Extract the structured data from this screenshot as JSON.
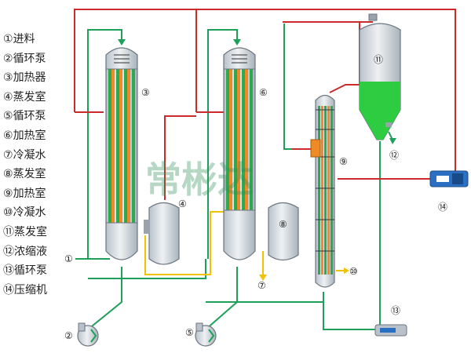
{
  "legend": [
    {
      "marker": "①",
      "label": "进料"
    },
    {
      "marker": "②",
      "label": "循环泵"
    },
    {
      "marker": "③",
      "label": "加热器"
    },
    {
      "marker": "④",
      "label": "蒸发室"
    },
    {
      "marker": "⑤",
      "label": "循环泵"
    },
    {
      "marker": "⑥",
      "label": "加热室"
    },
    {
      "marker": "⑦",
      "label": "冷凝水"
    },
    {
      "marker": "⑧",
      "label": "蒸发室"
    },
    {
      "marker": "⑨",
      "label": "加热室"
    },
    {
      "marker": "⑩",
      "label": "冷凝水"
    },
    {
      "marker": "⑪",
      "label": "蒸发室"
    },
    {
      "marker": "⑫",
      "label": "浓缩液"
    },
    {
      "marker": "⑬",
      "label": "循环泵"
    },
    {
      "marker": "⑭",
      "label": "压缩机"
    }
  ],
  "callouts": {
    "c1": "①",
    "c2": "②",
    "c3": "③",
    "c4": "④",
    "c5": "⑤",
    "c6": "⑥",
    "c7": "⑦",
    "c8": "⑧",
    "c9": "⑨",
    "c10": "⑩",
    "c11": "⑪",
    "c12": "⑫",
    "c13": "⑬",
    "c14": "⑭"
  },
  "watermark": "常彬达",
  "colors": {
    "feed_line": "#1fa05a",
    "steam_line": "#cc2b2b",
    "condensate_line": "#f2c200",
    "tube_orange": "#f08a24",
    "tube_green": "#2fa84f",
    "vessel_fill": "#d7dde2",
    "concentrate_fill": "#2ecc40",
    "equipment_blue": "#2b6fc2"
  }
}
